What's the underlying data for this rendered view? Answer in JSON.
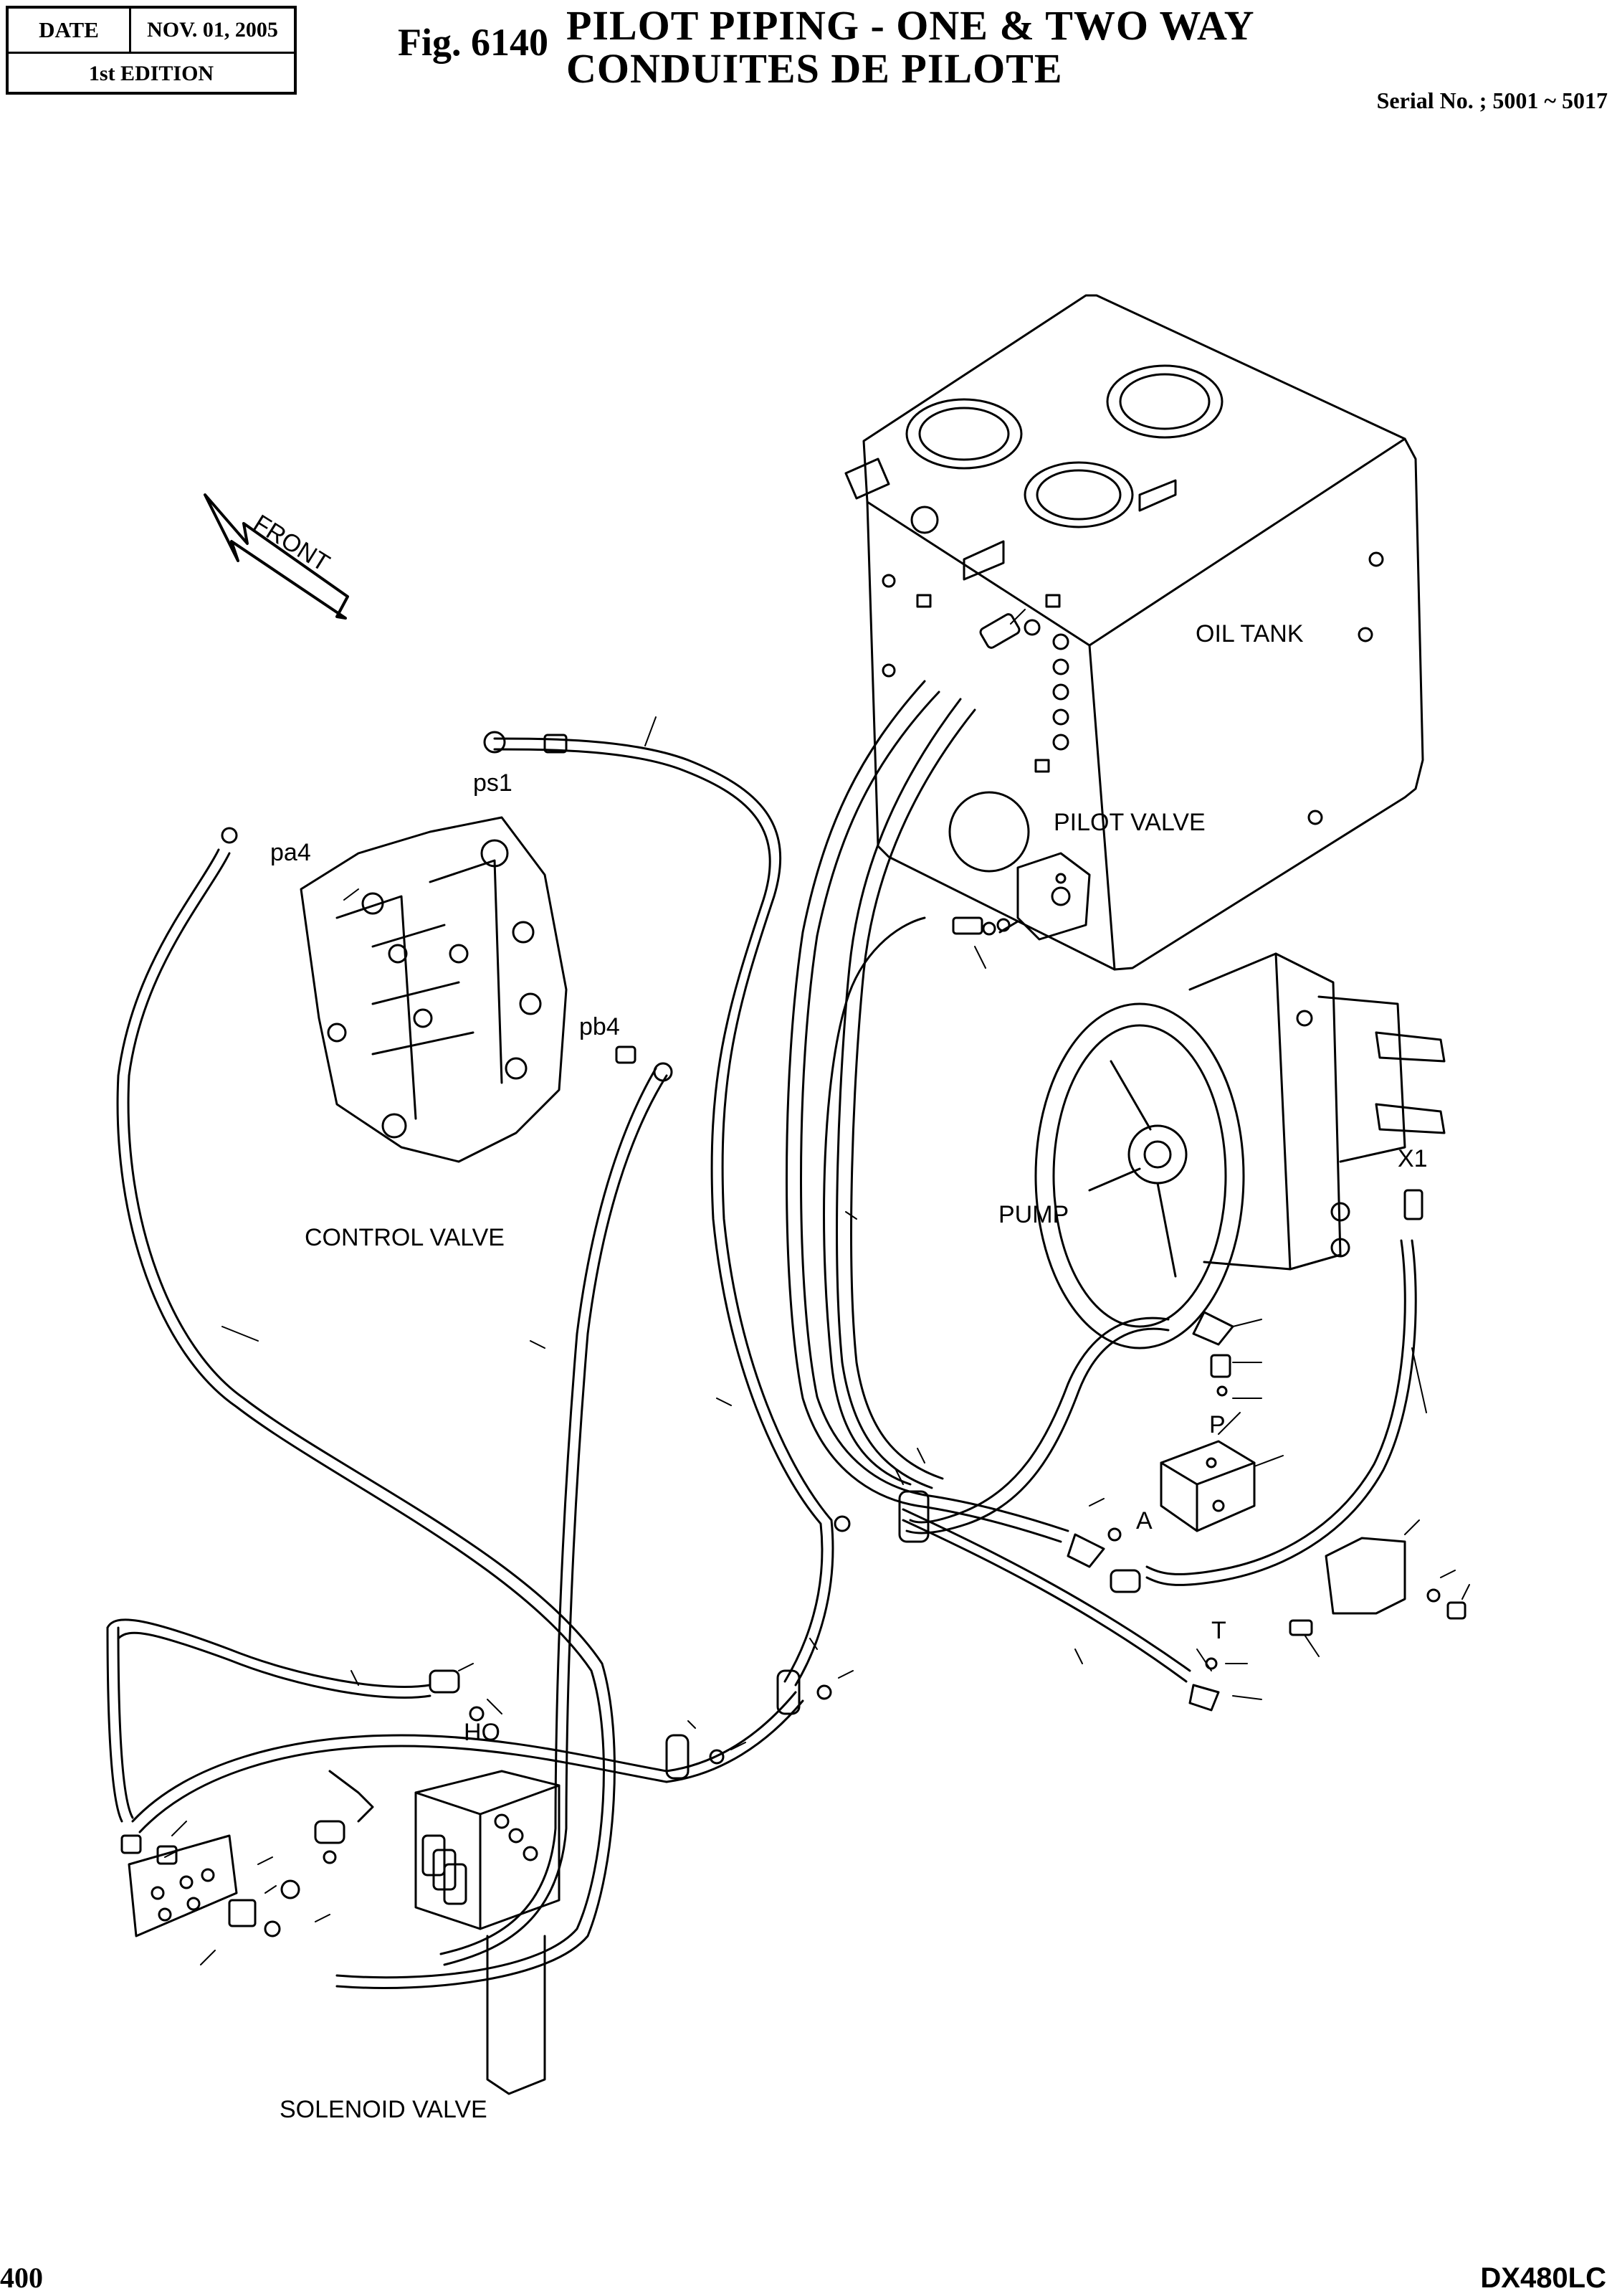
{
  "header": {
    "date_label": "DATE",
    "date_value": "NOV. 01, 2005",
    "edition": "1st EDITION",
    "fig_number": "Fig. 6140",
    "title_en": "PILOT PIPING - ONE & TWO WAY",
    "title_fr": "CONDUITES DE PILOTE",
    "serial": "Serial No. ; 5001 ~ 5017"
  },
  "labels": {
    "front": "FRONT",
    "oil_tank": "OIL TANK",
    "pilot_valve": "PILOT VALVE",
    "control_valve": "CONTROL VALVE",
    "pump": "PUMP",
    "solenoid_valve": "SOLENOID VALVE",
    "port_ps1": "ps1",
    "port_pa4": "pa4",
    "port_pb4": "pb4",
    "port_x1": "X1",
    "port_p": "P",
    "port_a": "A",
    "port_t": "T",
    "port_ho": "HO"
  },
  "footer": {
    "page_number": "400",
    "model": "DX480LC"
  }
}
